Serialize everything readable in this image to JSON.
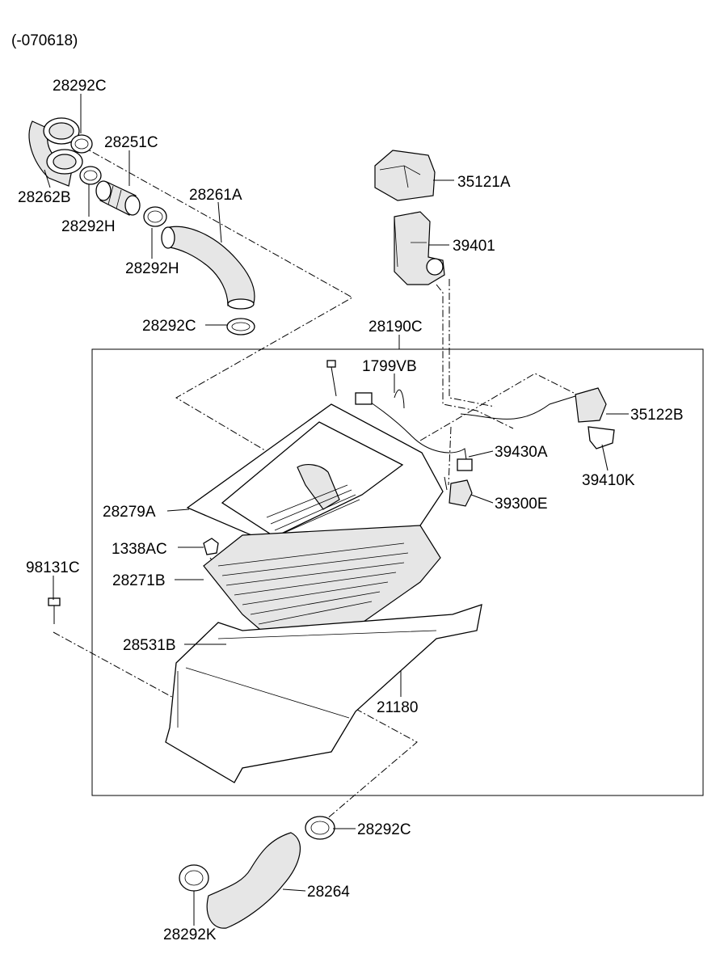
{
  "diagram": {
    "revision_note": "(-070618)",
    "parts": {
      "p28292C_top": "28292C",
      "p28251C": "28251C",
      "p28261A": "28261A",
      "p28262B": "28262B",
      "p28292H_a": "28292H",
      "p28292H_b": "28292H",
      "p28292C_mid": "28292C",
      "p35121A": "35121A",
      "p39401": "39401",
      "p28190C": "28190C",
      "p1799VB": "1799VB",
      "p35122B": "35122B",
      "p39430A": "39430A",
      "p39410K": "39410K",
      "p28279A": "28279A",
      "p39300E": "39300E",
      "p1338AC": "1338AC",
      "p98131C": "98131C",
      "p28271B": "28271B",
      "p28531B": "28531B",
      "p21180": "21180",
      "p28292C_bottom": "28292C",
      "p28264": "28264",
      "p28292K": "28292K"
    }
  }
}
